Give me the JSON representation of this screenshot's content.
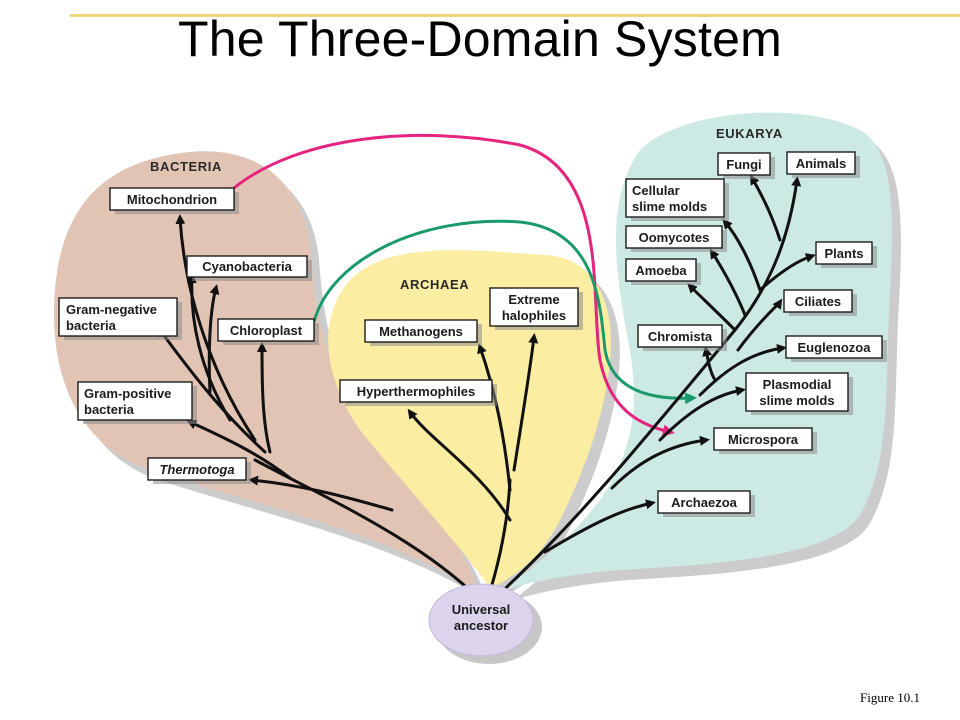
{
  "title": "The Three-Domain System",
  "figure_label": "Figure 10.1",
  "colors": {
    "bacteria": "#e2c4b4",
    "archaea": "#fbeda1",
    "eukarya": "#cde9e4",
    "ancestor": "#dcd3ec",
    "mitochondrion_transfer": "#e5247f",
    "chloroplast_transfer": "#1a9a6a"
  },
  "domains": {
    "bacteria": "BACTERIA",
    "archaea": "ARCHAEA",
    "eukarya": "EUKARYA"
  },
  "root": [
    "Universal",
    "ancestor"
  ],
  "nodes": {
    "mitochondrion": [
      "Mitochondrion"
    ],
    "cyanobacteria": [
      "Cyanobacteria"
    ],
    "gram_negative": [
      "Gram-negative",
      "bacteria"
    ],
    "chloroplast": [
      "Chloroplast"
    ],
    "gram_positive": [
      "Gram-positive",
      "bacteria"
    ],
    "thermotoga": [
      "Thermotoga"
    ],
    "methanogens": [
      "Methanogens"
    ],
    "extreme_halophiles": [
      "Extreme",
      "halophiles"
    ],
    "hyperthermophiles": [
      "Hyperthermophiles"
    ],
    "fungi": [
      "Fungi"
    ],
    "animals": [
      "Animals"
    ],
    "cellular_slime_molds": [
      "Cellular",
      "slime molds"
    ],
    "oomycotes": [
      "Oomycotes"
    ],
    "plants": [
      "Plants"
    ],
    "amoeba": [
      "Amoeba"
    ],
    "ciliates": [
      "Ciliates"
    ],
    "chromista": [
      "Chromista"
    ],
    "euglenozoa": [
      "Euglenozoa"
    ],
    "plasmodial_slime_molds": [
      "Plasmodial",
      "slime molds"
    ],
    "microspora": [
      "Microspora"
    ],
    "archaezoa": [
      "Archaezoa"
    ]
  }
}
